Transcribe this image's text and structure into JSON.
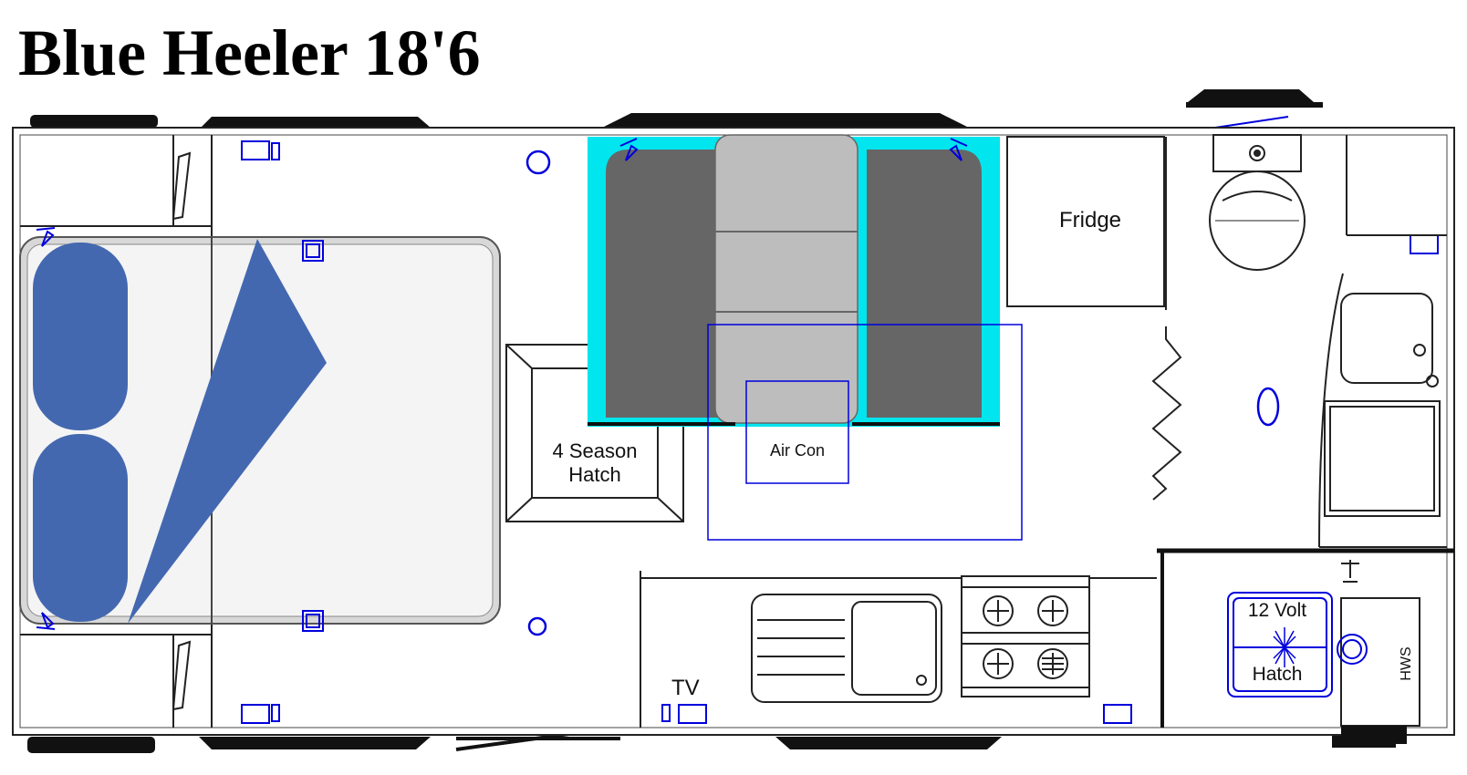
{
  "title": "Blue Heeler 18'6",
  "labels": {
    "fridge": "Fridge",
    "hatch_line1": "4 Season",
    "hatch_line2": "Hatch",
    "air_con": "Air Con",
    "tv": "TV",
    "volt_line1": "12 Volt",
    "volt_line2": "Hatch",
    "hws": "HWS"
  },
  "colors": {
    "accent_blue": "#0000dd",
    "pillow_blue": "#4468b0",
    "cyan_led": "#00e5ee",
    "seat_dark": "#666666",
    "seat_light": "#bdbdbd",
    "bed_fill": "#f4f4f4",
    "wall": "#222222"
  }
}
